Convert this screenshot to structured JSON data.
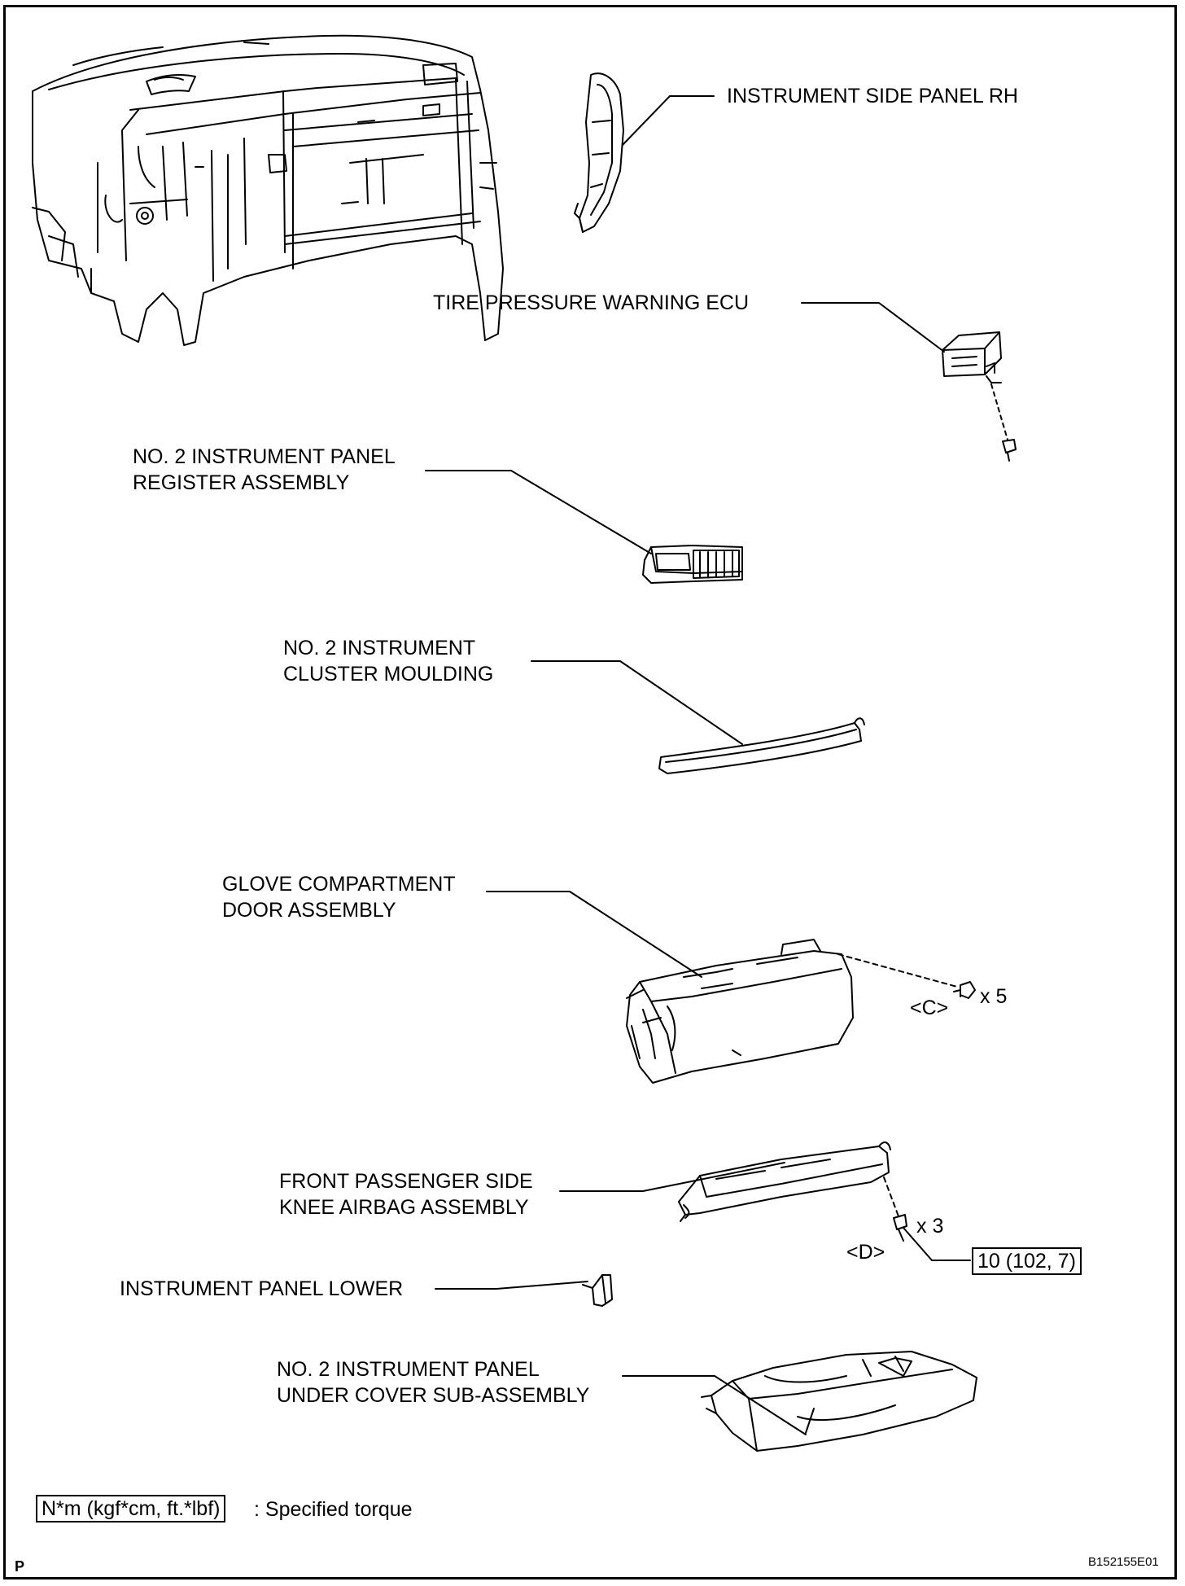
{
  "labels": {
    "side_panel": "INSTRUMENT SIDE PANEL RH",
    "tire_ecu": "TIRE PRESSURE WARNING ECU",
    "register_1": "NO. 2 INSTRUMENT PANEL",
    "register_2": "REGISTER ASSEMBLY",
    "cluster_1": "NO. 2 INSTRUMENT",
    "cluster_2": "CLUSTER MOULDING",
    "glove_1": "GLOVE COMPARTMENT",
    "glove_2": "DOOR ASSEMBLY",
    "glove_clip": "<C>",
    "glove_qty": "x 5",
    "airbag_1": "FRONT PASSENGER SIDE",
    "airbag_2": "KNEE AIRBAG ASSEMBLY",
    "panel_lower": "INSTRUMENT PANEL LOWER",
    "airbag_bolt": "<D>",
    "airbag_qty": "x 3",
    "airbag_torque": "10 (102, 7)",
    "under_cover_1": "NO. 2 INSTRUMENT PANEL",
    "under_cover_2": "UNDER COVER SUB-ASSEMBLY"
  },
  "legend": {
    "torque_unit": "N*m (kgf*cm, ft.*lbf)",
    "torque_desc": ": Specified torque"
  },
  "footer": {
    "corner_mark": "P",
    "figure_code": "B152155E01"
  }
}
